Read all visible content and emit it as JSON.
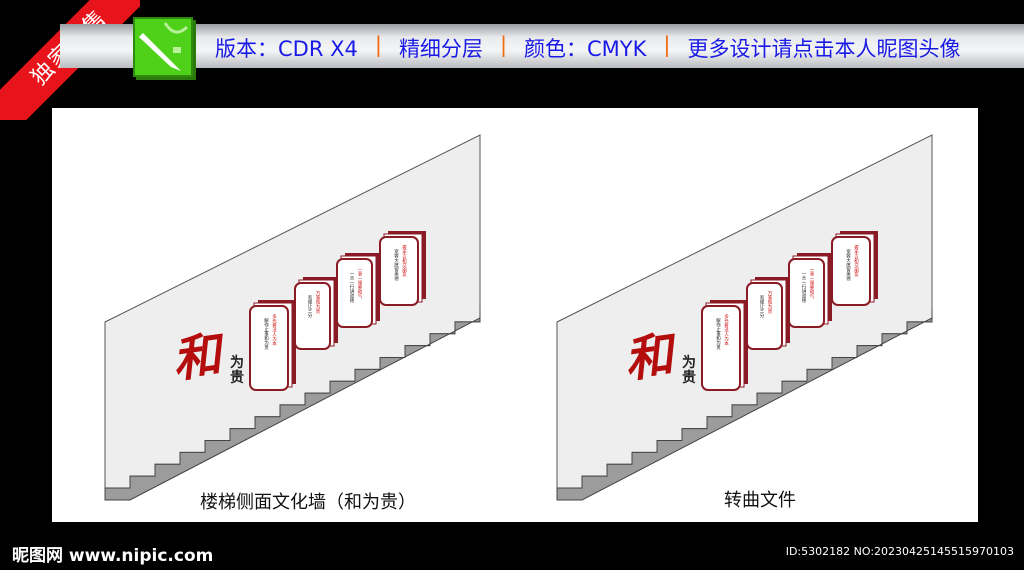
{
  "ribbon": {
    "label": "独家出售"
  },
  "logo": {
    "icon": "coreldraw-logo-icon",
    "color": "#4fd11a"
  },
  "info_bar": {
    "items": [
      "版本：CDR  X4",
      "精细分层",
      "颜色：CMYK",
      "更多设计请点击本人昵图头像"
    ],
    "separator": "|",
    "text_color": "#1a1ae6",
    "separator_color": "#f06a10"
  },
  "designs": [
    {
      "caption": "楼梯侧面文化墙（和为贵）",
      "big_char": "和",
      "sub_chars": "为贵"
    },
    {
      "caption": "转曲文件",
      "big_char": "和",
      "sub_chars": "为贵"
    }
  ],
  "frames": [
    {
      "red": "多元看法人为本",
      "black": "解你止事和为贵"
    },
    {
      "red": "万事和为贵",
      "black": "有理让三分"
    },
    {
      "red": "一事一理要和气",
      "black": "一言一行讲道德"
    },
    {
      "red": "握手言和交朋友",
      "black": "宽容大度留美德"
    }
  ],
  "footer": {
    "site": "昵图网 www.nipic.com",
    "id": "ID:5302182 NO:20230425145515970103"
  },
  "colors": {
    "frame": "#8a1a24",
    "stairs": "#9c9c9c",
    "wall": "#eeeeee"
  }
}
